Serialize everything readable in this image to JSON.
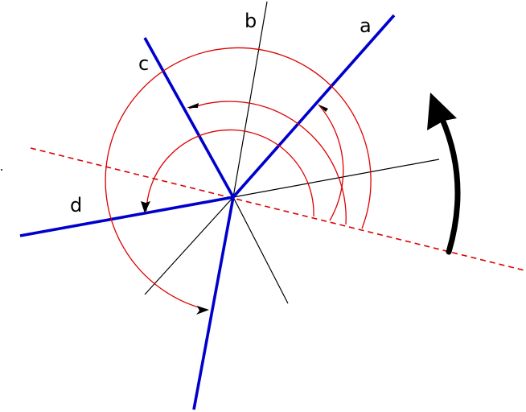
{
  "labels": {
    "a": "a",
    "b": "b",
    "c": "c",
    "d": "d"
  },
  "colors": {
    "thick_line": "#0000cc",
    "thin_line": "#000000",
    "reference_line": "#dd0000",
    "angle_arc": "#dd0000",
    "rotation_arrow": "#000000",
    "background": "#ffffff"
  }
}
